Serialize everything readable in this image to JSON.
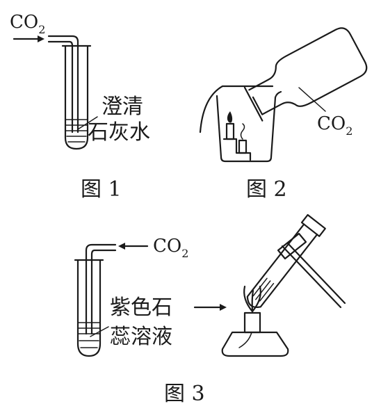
{
  "figure1": {
    "gas_label": "CO",
    "gas_sub": "2",
    "liquid_line1": "澄清",
    "liquid_line2": "石灰水",
    "caption": "图 1"
  },
  "figure2": {
    "gas_label": "CO",
    "gas_sub": "2",
    "caption": "图 2"
  },
  "figure3": {
    "gas_label": "CO",
    "gas_sub": "2",
    "liquid_line1": "紫色石",
    "liquid_line2": "蕊溶液",
    "caption": "图 3"
  }
}
